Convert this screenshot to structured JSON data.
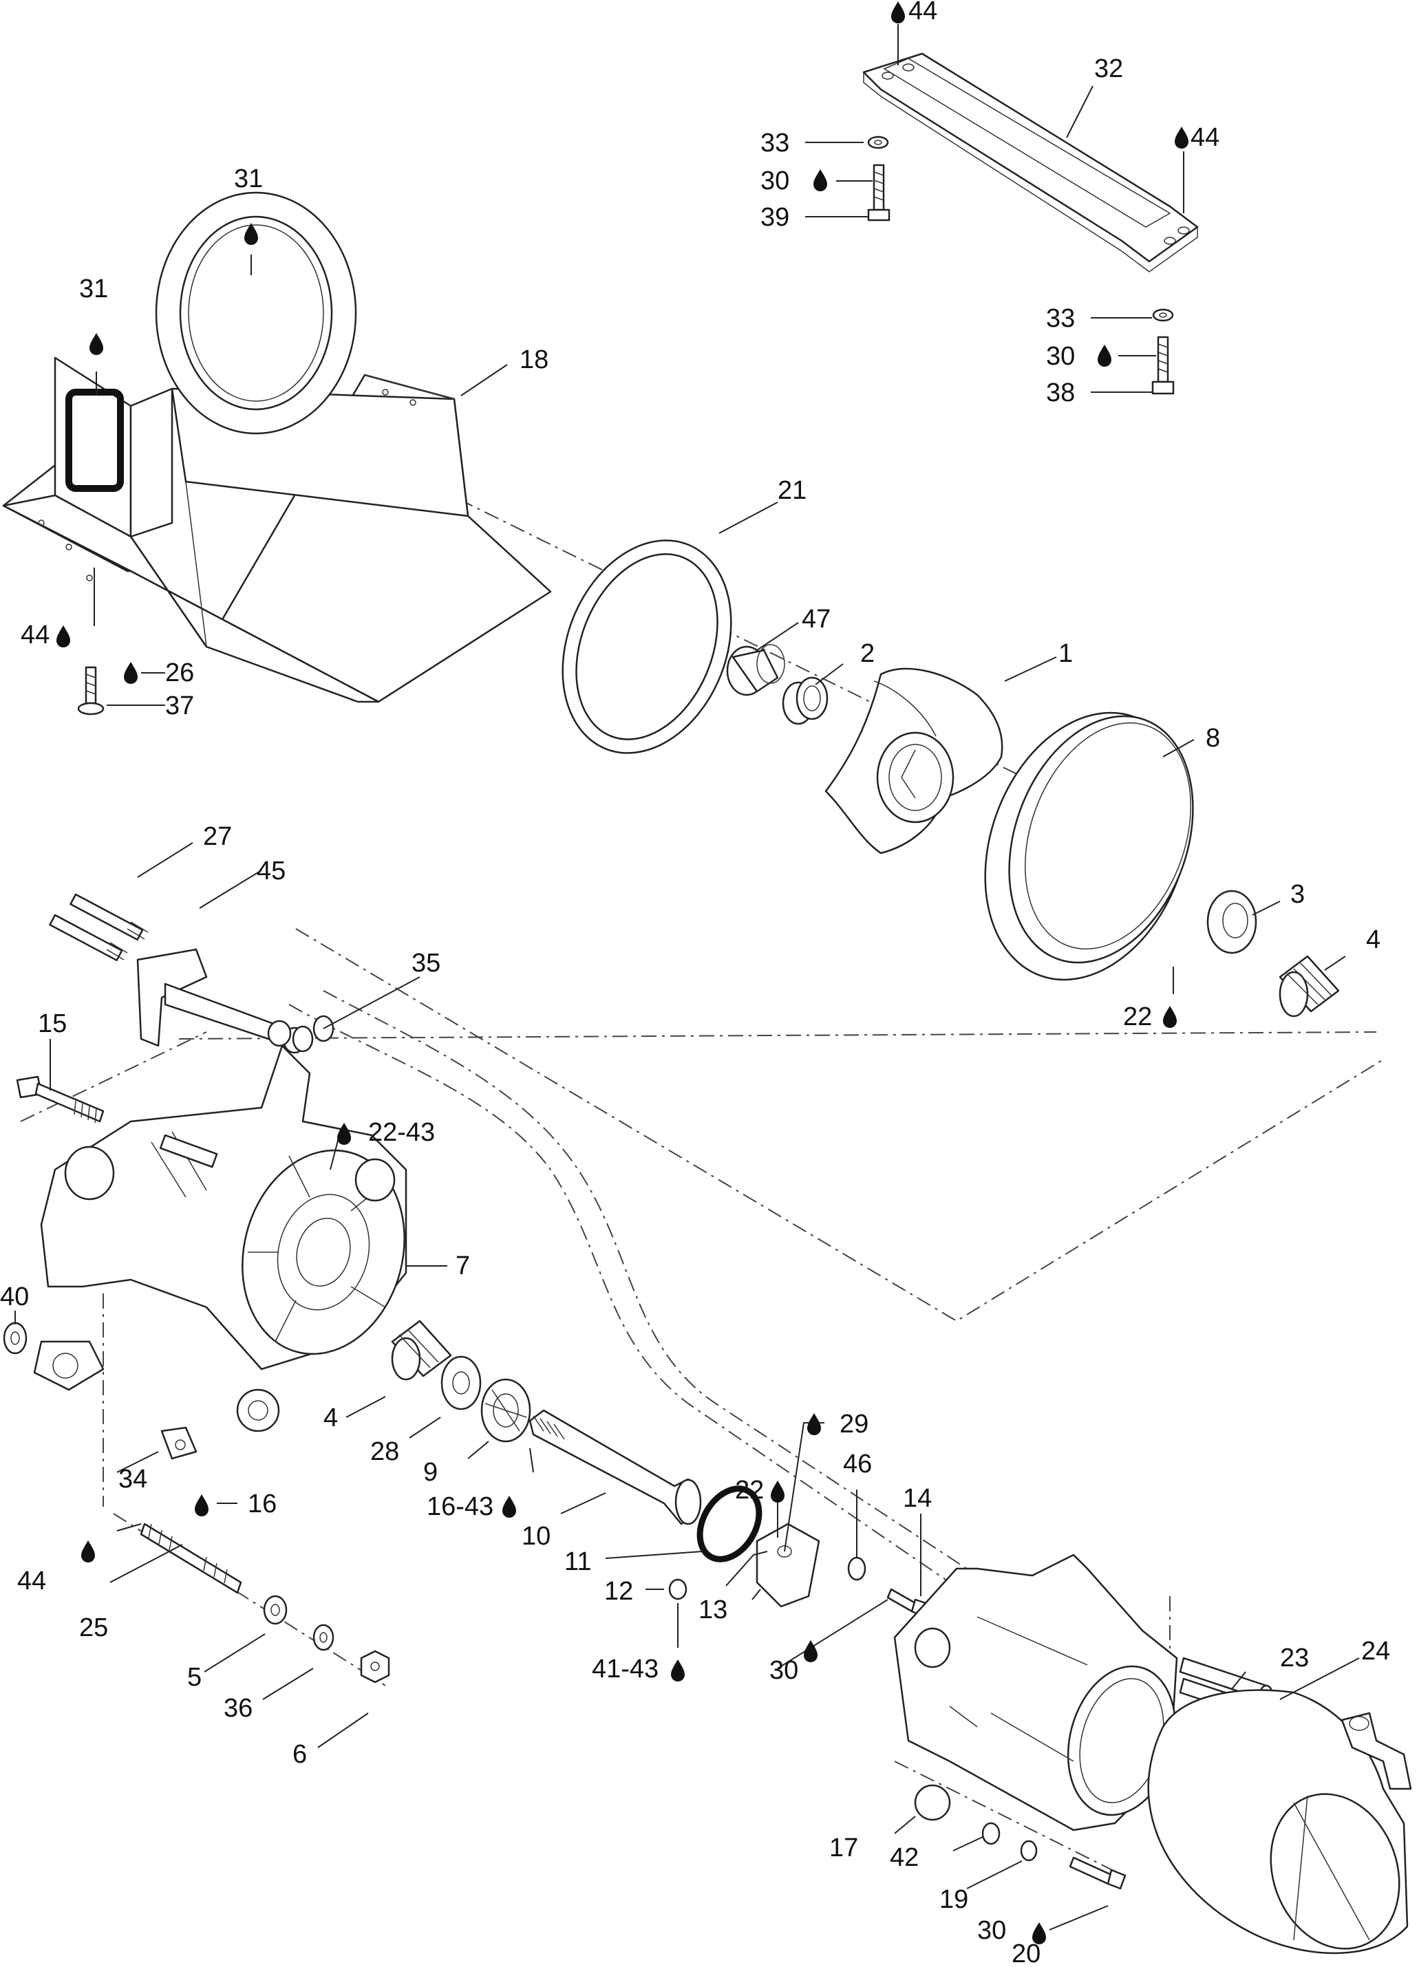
{
  "callouts": [
    {
      "id": "c44a",
      "text": "44",
      "drop": true
    },
    {
      "id": "c32",
      "text": "32",
      "drop": false
    },
    {
      "id": "c44b",
      "text": "44",
      "drop": true
    },
    {
      "id": "c33a",
      "text": "33",
      "drop": false
    },
    {
      "id": "c30a",
      "text": "30",
      "drop": true
    },
    {
      "id": "c39",
      "text": "39",
      "drop": false
    },
    {
      "id": "c33b",
      "text": "33",
      "drop": false
    },
    {
      "id": "c30b",
      "text": "30",
      "drop": true
    },
    {
      "id": "c38",
      "text": "38",
      "drop": false
    },
    {
      "id": "c31a",
      "text": "31",
      "drop": true
    },
    {
      "id": "c31b",
      "text": "31",
      "drop": true
    },
    {
      "id": "c18",
      "text": "18",
      "drop": false
    },
    {
      "id": "c21",
      "text": "21",
      "drop": false
    },
    {
      "id": "c47",
      "text": "47",
      "drop": false
    },
    {
      "id": "c2",
      "text": "2",
      "drop": false
    },
    {
      "id": "c1",
      "text": "1",
      "drop": false
    },
    {
      "id": "c8",
      "text": "8",
      "drop": false
    },
    {
      "id": "c44c",
      "text": "44",
      "drop": true
    },
    {
      "id": "c26",
      "text": "26",
      "drop": true
    },
    {
      "id": "c37",
      "text": "37",
      "drop": false
    },
    {
      "id": "c27",
      "text": "27",
      "drop": false
    },
    {
      "id": "c45",
      "text": "45",
      "drop": false
    },
    {
      "id": "c3",
      "text": "3",
      "drop": false
    },
    {
      "id": "c4a",
      "text": "4",
      "drop": false
    },
    {
      "id": "c35",
      "text": "35",
      "drop": false
    },
    {
      "id": "c22a",
      "text": "22",
      "drop": true
    },
    {
      "id": "c15",
      "text": "15",
      "drop": false
    },
    {
      "id": "c22_43",
      "text": "22-43",
      "drop": true
    },
    {
      "id": "c7",
      "text": "7",
      "drop": false
    },
    {
      "id": "c40",
      "text": "40",
      "drop": false
    },
    {
      "id": "c4b",
      "text": "4",
      "drop": false
    },
    {
      "id": "c28",
      "text": "28",
      "drop": false
    },
    {
      "id": "c9",
      "text": "9",
      "drop": false
    },
    {
      "id": "c34",
      "text": "34",
      "drop": false
    },
    {
      "id": "c16_43",
      "text": "16-43",
      "drop": true
    },
    {
      "id": "c16",
      "text": "16",
      "drop": true
    },
    {
      "id": "c29",
      "text": "29",
      "drop": true
    },
    {
      "id": "c22b",
      "text": "22",
      "drop": true
    },
    {
      "id": "c46",
      "text": "46",
      "drop": false
    },
    {
      "id": "c14",
      "text": "14",
      "drop": false
    },
    {
      "id": "c10",
      "text": "10",
      "drop": false
    },
    {
      "id": "c11",
      "text": "11",
      "drop": false
    },
    {
      "id": "c44d",
      "text": "44",
      "drop": true
    },
    {
      "id": "c25",
      "text": "25",
      "drop": false
    },
    {
      "id": "c12",
      "text": "12",
      "drop": false
    },
    {
      "id": "c13",
      "text": "13",
      "drop": false
    },
    {
      "id": "c41_43",
      "text": "41-43",
      "drop": true
    },
    {
      "id": "c30c",
      "text": "30",
      "drop": true
    },
    {
      "id": "c5",
      "text": "5",
      "drop": false
    },
    {
      "id": "c36",
      "text": "36",
      "drop": false
    },
    {
      "id": "c6",
      "text": "6",
      "drop": false
    },
    {
      "id": "c23",
      "text": "23",
      "drop": false
    },
    {
      "id": "c24",
      "text": "24",
      "drop": false
    },
    {
      "id": "c17",
      "text": "17",
      "drop": false
    },
    {
      "id": "c42",
      "text": "42",
      "drop": false
    },
    {
      "id": "c19",
      "text": "19",
      "drop": false
    },
    {
      "id": "c30d",
      "text": "30",
      "drop": true
    },
    {
      "id": "c20",
      "text": "20",
      "drop": false
    }
  ],
  "icons": {
    "lubricant": "oil-drop-icon"
  }
}
